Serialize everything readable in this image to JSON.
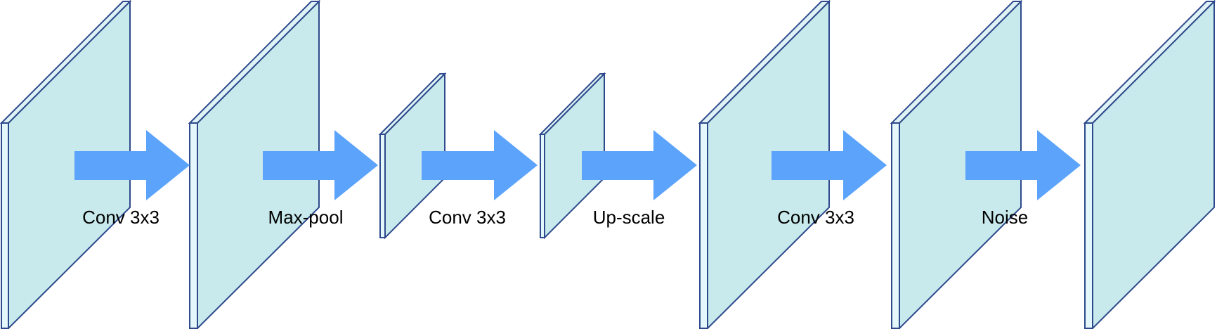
{
  "colors": {
    "plane_fill": "#c8eaec",
    "plane_outline": "#2e4a8c",
    "arrow": "#5ba3fb",
    "label_text": "#000000"
  },
  "layers": [
    {
      "size": "large"
    },
    {
      "size": "large"
    },
    {
      "size": "small"
    },
    {
      "size": "small"
    },
    {
      "size": "large"
    },
    {
      "size": "large"
    },
    {
      "size": "large"
    }
  ],
  "operations": [
    {
      "label": "Conv 3x3",
      "icon": "arrow-right-icon"
    },
    {
      "label": "Max-pool",
      "icon": "arrow-right-icon"
    },
    {
      "label": "Conv 3x3",
      "icon": "arrow-right-icon"
    },
    {
      "label": "Up-scale",
      "icon": "arrow-right-icon"
    },
    {
      "label": "Conv 3x3",
      "icon": "arrow-right-icon"
    },
    {
      "label": "Noise",
      "icon": "arrow-right-icon"
    }
  ]
}
